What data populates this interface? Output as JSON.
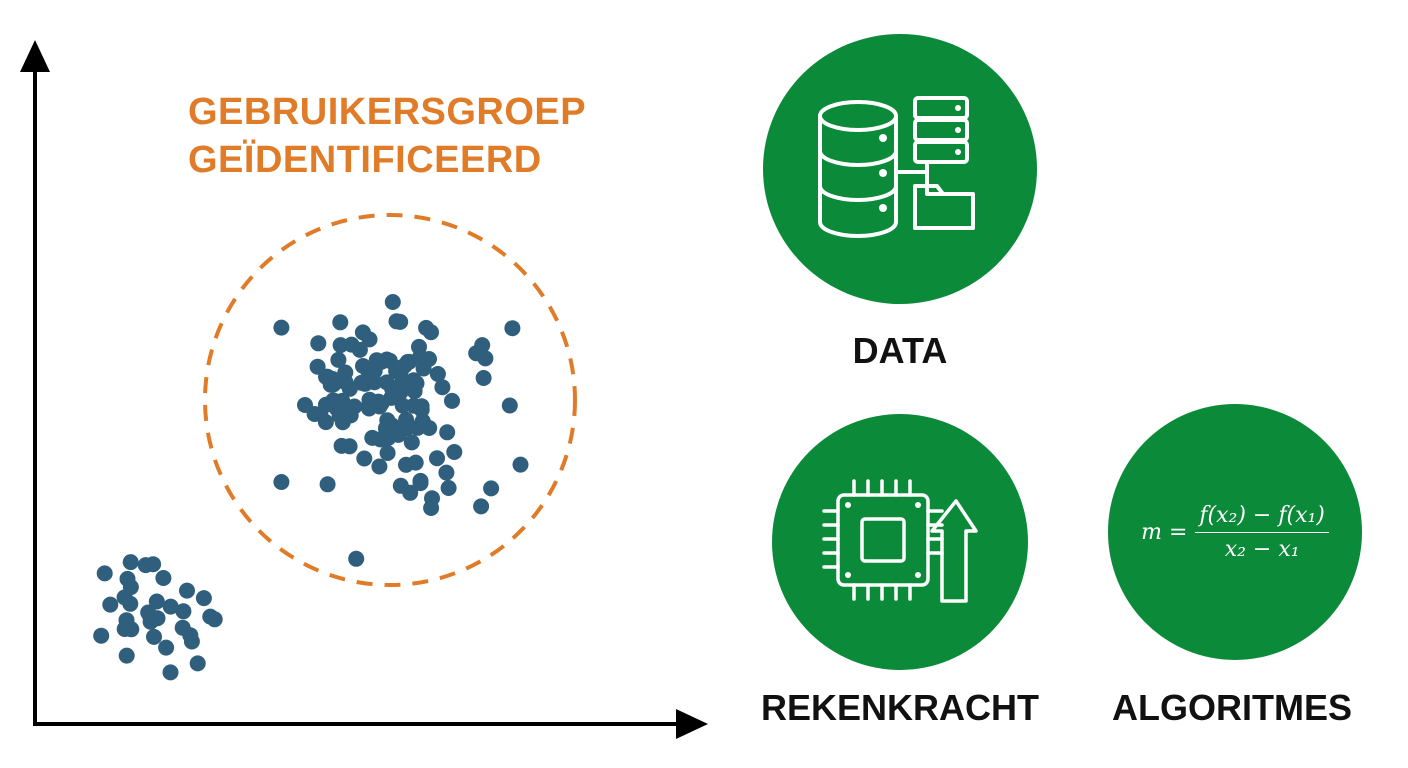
{
  "cluster": {
    "title_line1": "GEBRUIKERSGROEP",
    "title_line2": "GEÏDENTIFICEERD"
  },
  "colors": {
    "accent": "#e07b28",
    "dot": "#2f5f7d",
    "green": "#0b8a3a",
    "axis": "#000000"
  },
  "pillars": [
    {
      "label": "DATA",
      "icon": "database-server-folder-icon"
    },
    {
      "label": "REKENKRACHT",
      "icon": "cpu-chip-arrow-up-icon"
    },
    {
      "label": "ALGORITMES",
      "icon": "formula-icon"
    }
  ],
  "formula": {
    "lhs": "m =",
    "numerator": "f(x₂) − f(x₁)",
    "denominator": "x₂ − x₁"
  }
}
